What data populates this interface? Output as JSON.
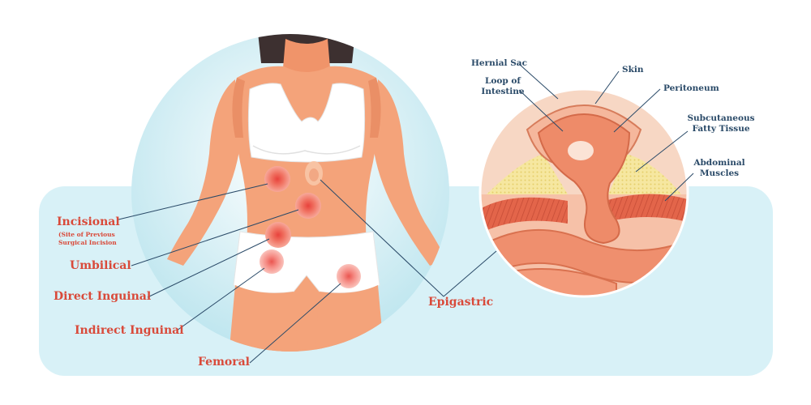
{
  "colors": {
    "background_panel": "#d8f1f7",
    "skin": "#f4a37a",
    "garment": "#ffffff",
    "hernia_marker": "#e8423c",
    "label_red": "#d94a3a",
    "label_blue": "#2a4a68",
    "leader_line": "#2a4a68"
  },
  "left_labels": {
    "incisional": "Incisional",
    "incisional_note_1": "(Site of Previous",
    "incisional_note_2": "Surgical Incision",
    "umbilical": "Umbilical",
    "direct_inguinal": "Direct Inguinal",
    "indirect_inguinal": "Indirect Inguinal",
    "femoral": "Femoral",
    "epigastric": "Epigastric"
  },
  "right_labels": {
    "hernial_sac": "Hernial Sac",
    "loop_1": "Loop of",
    "loop_2": "Intestine",
    "skin": "Skin",
    "peritoneum": "Peritoneum",
    "subcut_1": "Subcutaneous",
    "subcut_2": "Fatty Tissue",
    "abdominal_1": "Abdominal",
    "abdominal_2": "Muscles"
  }
}
